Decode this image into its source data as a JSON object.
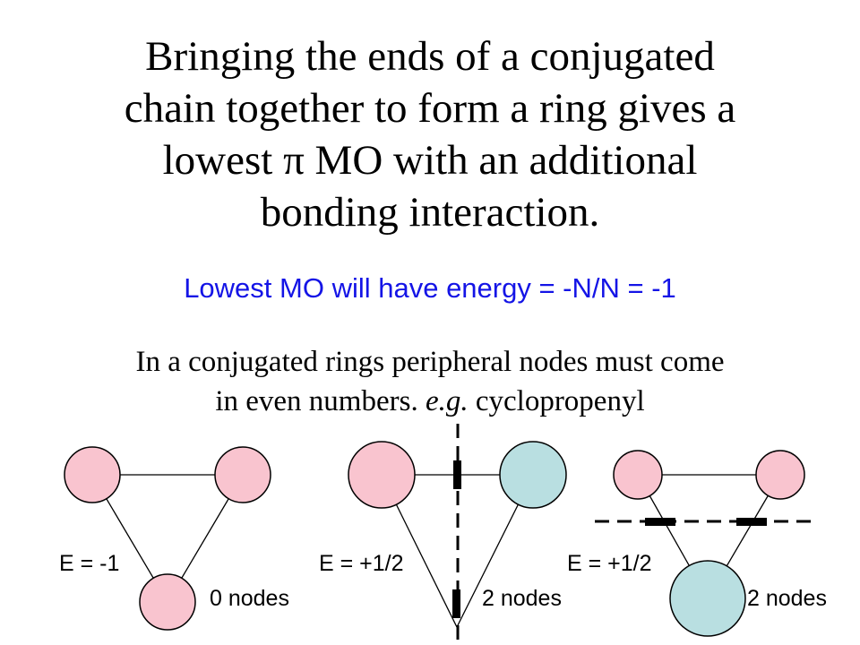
{
  "title": {
    "line1": "Bringing the ends of a conjugated",
    "line2": "chain together to form a ring gives a",
    "line3_pre": "lowest ",
    "line3_symbol": "π",
    "line3_post": " MO with an additional",
    "line4": "bonding interaction."
  },
  "subtitle": "Lowest MO will have energy = -N/N = -1",
  "body": {
    "line1": "In a conjugated rings peripheral nodes must come",
    "line2_pre": "in even numbers.  ",
    "line2_italic": "e.g.",
    "line2_post": " cyclopropenyl"
  },
  "colors": {
    "positive_lobe": "#f9c4cf",
    "negative_lobe": "#b9dfe1",
    "subtitle_blue": "#1414e6"
  },
  "diagrams": [
    {
      "energy_label": "E = -1",
      "nodes_label": "0 nodes"
    },
    {
      "energy_label": "E = +1/2",
      "nodes_label": "2 nodes"
    },
    {
      "energy_label": "E = +1/2",
      "nodes_label": "2 nodes"
    }
  ]
}
